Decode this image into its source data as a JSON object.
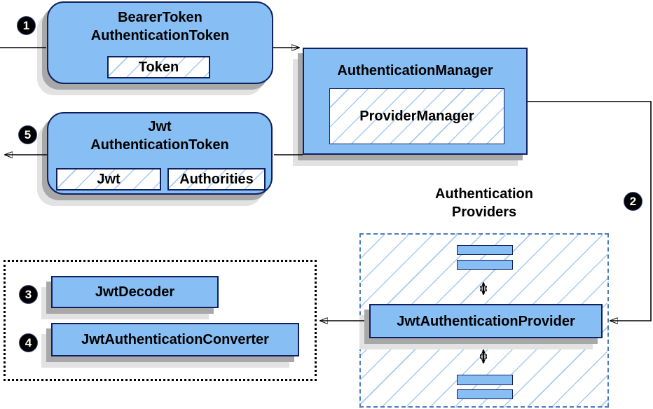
{
  "colors": {
    "node_fill": "#87BEF3",
    "node_border": "#10205F",
    "hatch_line": "#A5CBF0",
    "providers_dash": "#4A7ABF",
    "shadow_dark": "#A8A8A8",
    "shadow_light": "#E2E2E2",
    "connector": "#000000",
    "badge_bg": "#000000",
    "badge_text": "#FFFFFF"
  },
  "badges": {
    "step1": "1",
    "step2": "2",
    "step3": "3",
    "step4": "4",
    "step5": "5"
  },
  "nodes": {
    "bearer_token": {
      "title_line1": "BearerToken",
      "title_line2": "AuthenticationToken",
      "field_token": "Token"
    },
    "authentication_manager": {
      "title": "AuthenticationManager",
      "field_provider_manager": "ProviderManager"
    },
    "jwt_authentication_token": {
      "title_line1": "Jwt",
      "title_line2": "AuthenticationToken",
      "field_jwt": "Jwt",
      "field_authorities": "Authorities"
    },
    "authentication_providers": {
      "label_line1": "Authentication",
      "label_line2": "Providers"
    },
    "jwt_authentication_provider": {
      "title": "JwtAuthenticationProvider"
    },
    "jwt_decoder": {
      "title": "JwtDecoder"
    },
    "jwt_authentication_converter": {
      "title": "JwtAuthenticationConverter"
    }
  }
}
